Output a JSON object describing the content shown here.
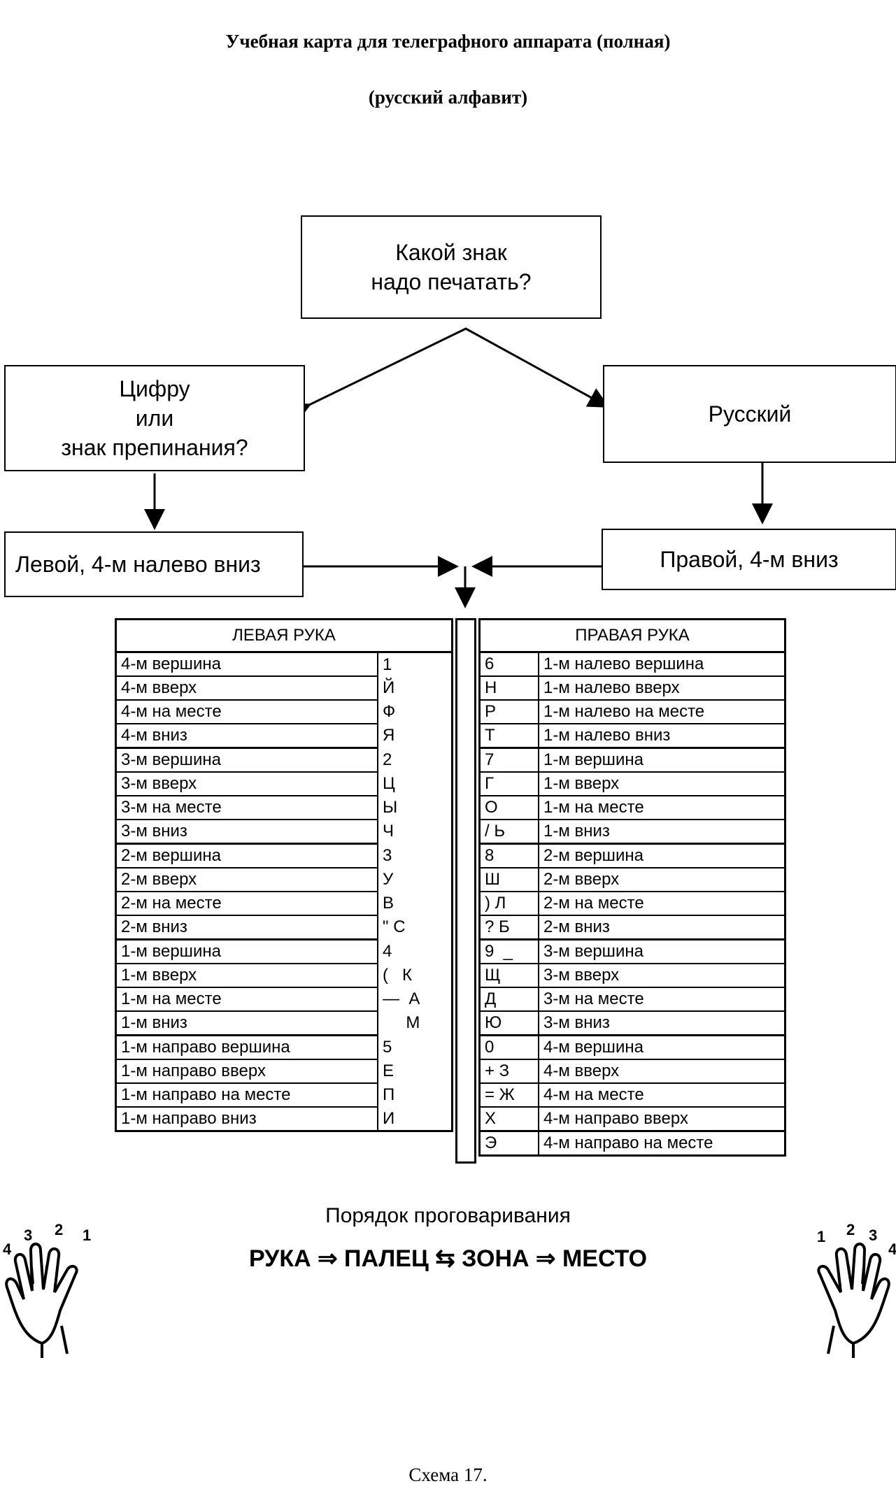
{
  "title": "Учебная карта для телеграфного аппарата (полная)",
  "subtitle": "(русский алфавит)",
  "flow": {
    "question": [
      "Какой знак",
      "надо печатать?"
    ],
    "left_choice": [
      "Цифру",
      "или",
      "знак препинания?"
    ],
    "right_choice": "Русский",
    "left_action": "Левой, 4-м налево вниз",
    "right_action": "Правой, 4-м вниз"
  },
  "left_hand": {
    "header": "ЛЕВАЯ  РУКА",
    "rows": [
      {
        "pos": "4-м вершина",
        "sym": "1"
      },
      {
        "pos": "4-м вверх",
        "sym": "Й"
      },
      {
        "pos": "4-м на месте",
        "sym": "Ф"
      },
      {
        "pos": "4-м вниз",
        "sym": "Я"
      },
      {
        "pos": "3-м вершина",
        "sym": "2"
      },
      {
        "pos": "3-м вверх",
        "sym": "Ц"
      },
      {
        "pos": "3-м на месте",
        "sym": "Ы"
      },
      {
        "pos": "3-м вниз",
        "sym": "Ч"
      },
      {
        "pos": "2-м вершина",
        "sym": "3"
      },
      {
        "pos": "2-м вверх",
        "sym": "У"
      },
      {
        "pos": "2-м на месте",
        "sym": "В"
      },
      {
        "pos": "2-м вниз",
        "sym": "\" С"
      },
      {
        "pos": "1-м вершина",
        "sym": "4"
      },
      {
        "pos": "1-м вверх",
        "sym": "(   К"
      },
      {
        "pos": "1-м на месте",
        "sym": "—  А"
      },
      {
        "pos": "1-м вниз",
        "sym": "     М"
      },
      {
        "pos": "1-м направо вершина",
        "sym": "5"
      },
      {
        "pos": "1-м направо вверх",
        "sym": "Е"
      },
      {
        "pos": "1-м направо на месте",
        "sym": "П"
      },
      {
        "pos": "1-м направо вниз",
        "sym": "И"
      }
    ]
  },
  "right_hand": {
    "header": "ПРАВАЯ  РУКА",
    "rows": [
      {
        "sym": "6",
        "pos": "1-м налево вершина"
      },
      {
        "sym": "Н",
        "pos": "1-м налево вверх"
      },
      {
        "sym": "Р",
        "pos": "1-м налево на месте"
      },
      {
        "sym": "Т",
        "pos": "1-м налево вниз"
      },
      {
        "sym": "7",
        "pos": "1-м вершина"
      },
      {
        "sym": "Г",
        "pos": "1-м вверх"
      },
      {
        "sym": "О",
        "pos": "1-м на месте"
      },
      {
        "sym": "/ Ь",
        "pos": "1-м вниз"
      },
      {
        "sym": "8",
        "pos": "2-м вершина"
      },
      {
        "sym": "Ш",
        "pos": "2-м вверх"
      },
      {
        "sym": ") Л",
        "pos": "2-м на месте"
      },
      {
        "sym": "? Б",
        "pos": "2-м вниз"
      },
      {
        "sym": "9  _",
        "pos": "3-м вершина"
      },
      {
        "sym": "Щ",
        "pos": "3-м вверх"
      },
      {
        "sym": "Д",
        "pos": "3-м на месте"
      },
      {
        "sym": "Ю",
        "pos": "3-м вниз"
      },
      {
        "sym": "0",
        "pos": "4-м вершина"
      },
      {
        "sym": "+ З",
        "pos": "4-м вверх"
      },
      {
        "sym": "= Ж",
        "pos": "4-м на месте"
      },
      {
        "sym": "Х",
        "pos": "4-м направо вверх"
      },
      {
        "sym": "Э",
        "pos": "4-м направо на месте"
      }
    ]
  },
  "order": {
    "title": "Порядок проговаривания",
    "sequence": "РУКА  ⇒ ПАЛЕЦ ⇆ ЗОНА ⇒  МЕСТО"
  },
  "finger_numbers": {
    "left": [
      "4",
      "3",
      "2",
      "1"
    ],
    "right": [
      "1",
      "2",
      "3",
      "4"
    ]
  },
  "caption": "Схема 17."
}
